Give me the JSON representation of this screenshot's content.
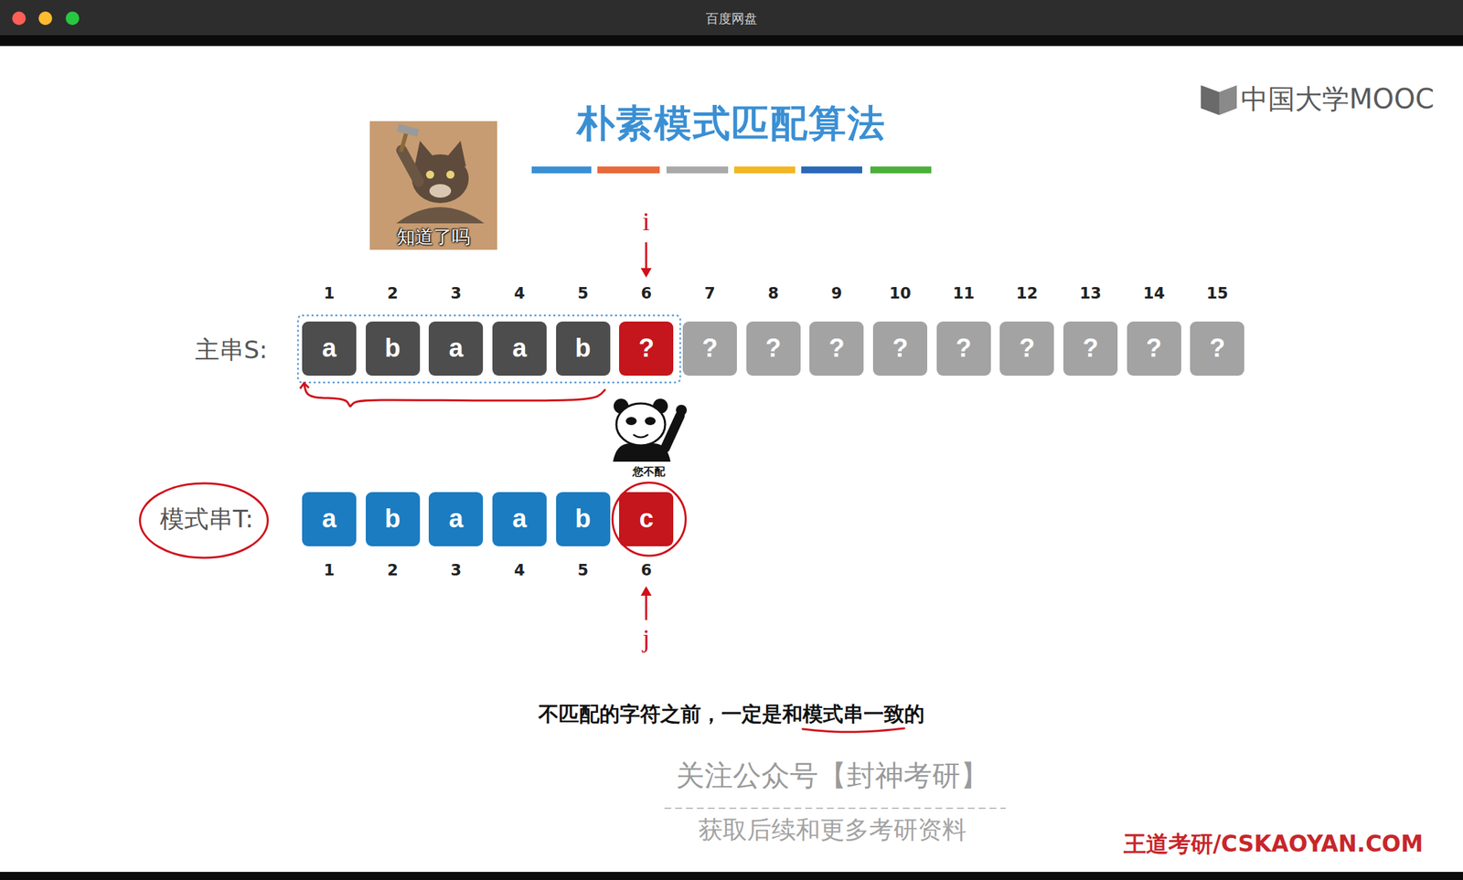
{
  "diagram": {
    "title": "朴素模式匹配算法",
    "nodes": [
      {
        "text": [
          "a"
        ]
      },
      {
        "text": [
          "b"
        ]
      },
      {
        "text": [
          "a"
        ]
      },
      {
        "text": [
          "a"
        ]
      },
      {
        "text": [
          "b"
        ]
      },
      {
        "text": [
          "?"
        ]
      },
      {
        "text": [
          "?"
        ]
      },
      {
        "text": [
          "?"
        ]
      },
      {
        "text": [
          "?"
        ]
      },
      {
        "text": [
          "?"
        ]
      },
      {
        "text": [
          "?"
        ]
      },
      {
        "text": [
          "?"
        ]
      },
      {
        "text": [
          "?"
        ]
      },
      {
        "text": [
          "?"
        ]
      },
      {
        "text": [
          "?"
        ]
      },
      {
        "text": [
          "a"
        ]
      },
      {
        "text": [
          "b"
        ]
      },
      {
        "text": [
          "a"
        ]
      },
      {
        "text": [
          "a"
        ]
      },
      {
        "text": [
          "b"
        ]
      },
      {
        "text": [
          "c"
        ]
      }
    ],
    "labels": [
      "百度网盘",
      "中国大学MOOC",
      "知道了吗",
      "i",
      "1",
      "2",
      "3",
      "4",
      "5",
      "6",
      "7",
      "8",
      "9",
      "10",
      "11",
      "12",
      "13",
      "14",
      "15",
      "主串S:",
      "您不配",
      "模式串T:",
      "1",
      "2",
      "3",
      "4",
      "5",
      "6",
      "j",
      "不匹配的字符之前，一定是和模式串一致的",
      "关注公众号【封神考研】",
      "获取后续和更多考研资料",
      "王道考研/CSKAOYAN.COM"
    ]
  }
}
